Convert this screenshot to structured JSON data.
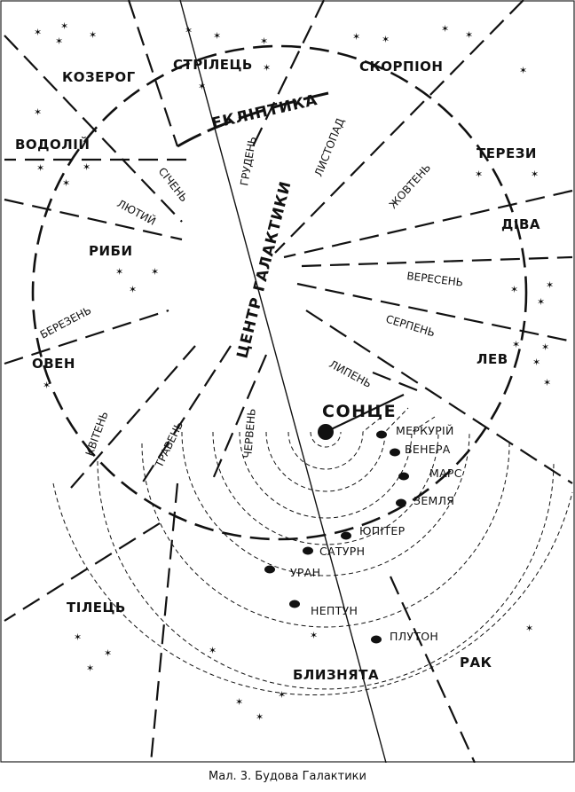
{
  "caption": "Мал. 3. Будова Галактики",
  "constellations": {
    "kozerog": "КОЗЕРОГ",
    "strilets": "СТРІЛЕЦЬ",
    "skorpion": "СКОРПІОН",
    "vodoliy": "ВОДОЛІЙ",
    "terezy": "ТЕРЕЗИ",
    "diva": "ДІВА",
    "ryby": "РИБИ",
    "oven": "ОВЕН",
    "lev": "ЛЕВ",
    "tilets": "ТІЛЕЦЬ",
    "bliznyata": "БЛИЗНЯТА",
    "rak": "РАК"
  },
  "months": {
    "sichen": "СІЧЕНЬ",
    "hruden": "ГРУДЕНЬ",
    "lystopad": "ЛИСТОПАД",
    "liutyi": "ЛЮТИЙ",
    "zhovten": "ЖОВТЕНЬ",
    "veresen": "ВЕРЕСЕНЬ",
    "berezen": "БЕРЕЗЕНЬ",
    "serpen": "СЕРПЕНЬ",
    "lypen": "ЛИПЕНЬ",
    "kviten": "КВІТЕНЬ",
    "traven": "ТРАВЕНЬ",
    "cherven": "ЧЕРВЕНЬ"
  },
  "ecliptic": "ЕКЛІПТИКА",
  "galactic_center": "ЦЕНТР ГАЛАКТИКИ",
  "sun": "СОНЦЕ",
  "planets": {
    "mercury": "МЕРКУРІЙ",
    "venus": "ВЕНЕРА",
    "mars": "МАРС",
    "earth": "ЗЕМЛЯ",
    "jupiter": "ЮПІТЕР",
    "saturn": "САТУРН",
    "uranus": "УРАН",
    "neptune": "НЕПТУН",
    "pluto": "ПЛУТОН"
  },
  "star_glyph": "✶"
}
